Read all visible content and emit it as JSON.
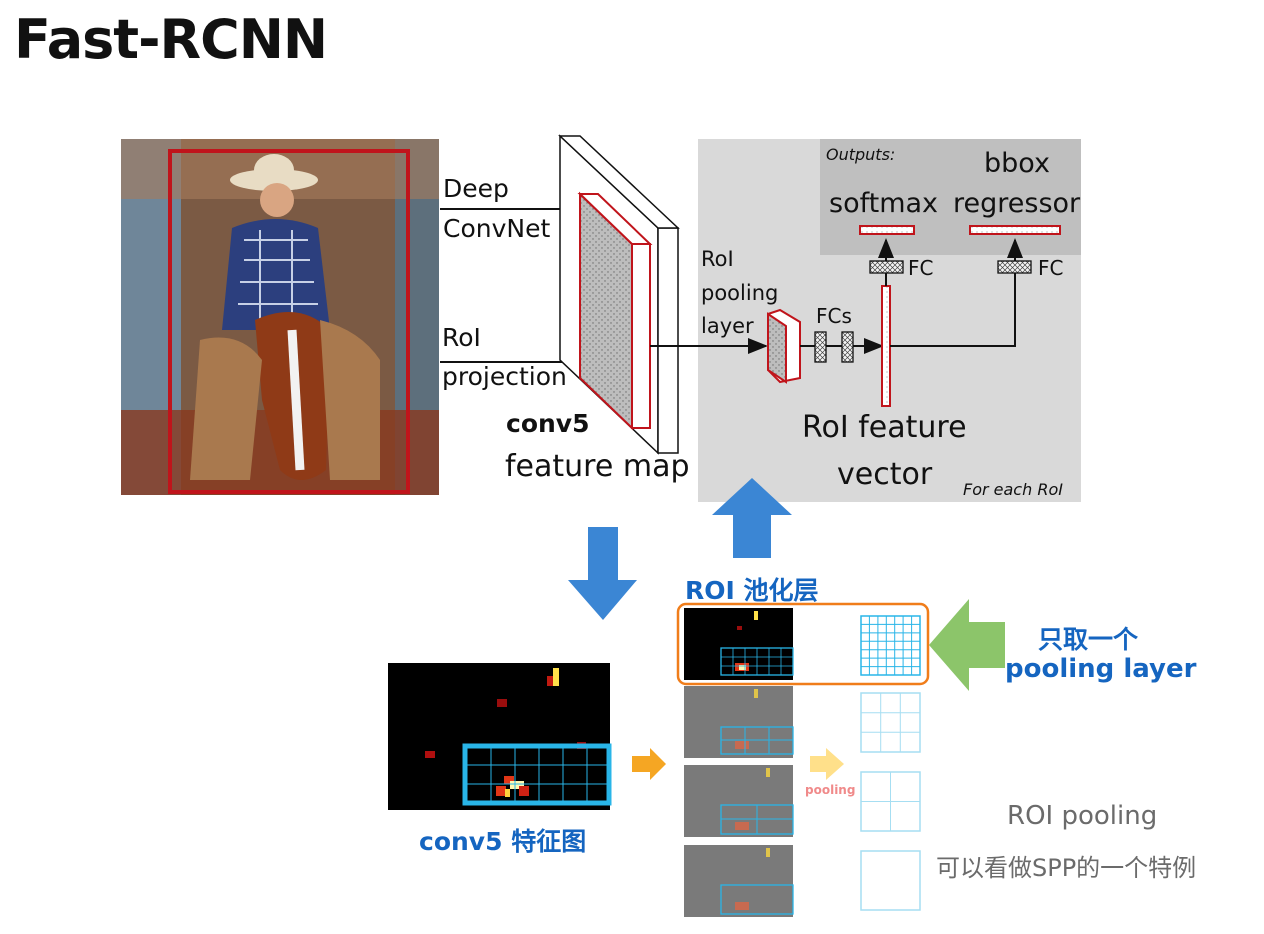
{
  "title": "Fast-RCNN",
  "top_diagram": {
    "deep_convnet_line1": "Deep",
    "deep_convnet_line2": "ConvNet",
    "roi_projection_line1": "RoI",
    "roi_projection_line2": "projection",
    "conv5_label": "conv5",
    "feature_map_label": "feature map",
    "roi_pooling_line1": "RoI",
    "roi_pooling_line2": "pooling",
    "roi_pooling_line3": "layer",
    "fcs_label": "FCs",
    "outputs_label": "Outputs:",
    "softmax_label": "softmax",
    "bbox_line1": "bbox",
    "bbox_line2": "regressor",
    "fc_label_left": "FC",
    "fc_label_right": "FC",
    "roi_feature_line1": "RoI feature",
    "roi_feature_line2": "vector",
    "for_each_roi": "For each RoI"
  },
  "bottom_diagram": {
    "roi_pool_layer_cn": "ROI 池化层",
    "conv5_feature_cn": "conv5 特征图",
    "only_one_cn": "只取一个",
    "pooling_layer": "pooling layer",
    "pooling_small": "pooling",
    "roi_pooling_note": "ROI pooling",
    "spp_special_case_cn": "可以看做SPP的一个特例"
  },
  "colors": {
    "blue_arrow": "#3b86d4",
    "orange_box": "#f07d1a",
    "green_arrow": "#8cc56a",
    "grid_cyan": "#29b5e8",
    "red_bbox": "#c0141b",
    "gray_panel": "#d9d9d9"
  }
}
